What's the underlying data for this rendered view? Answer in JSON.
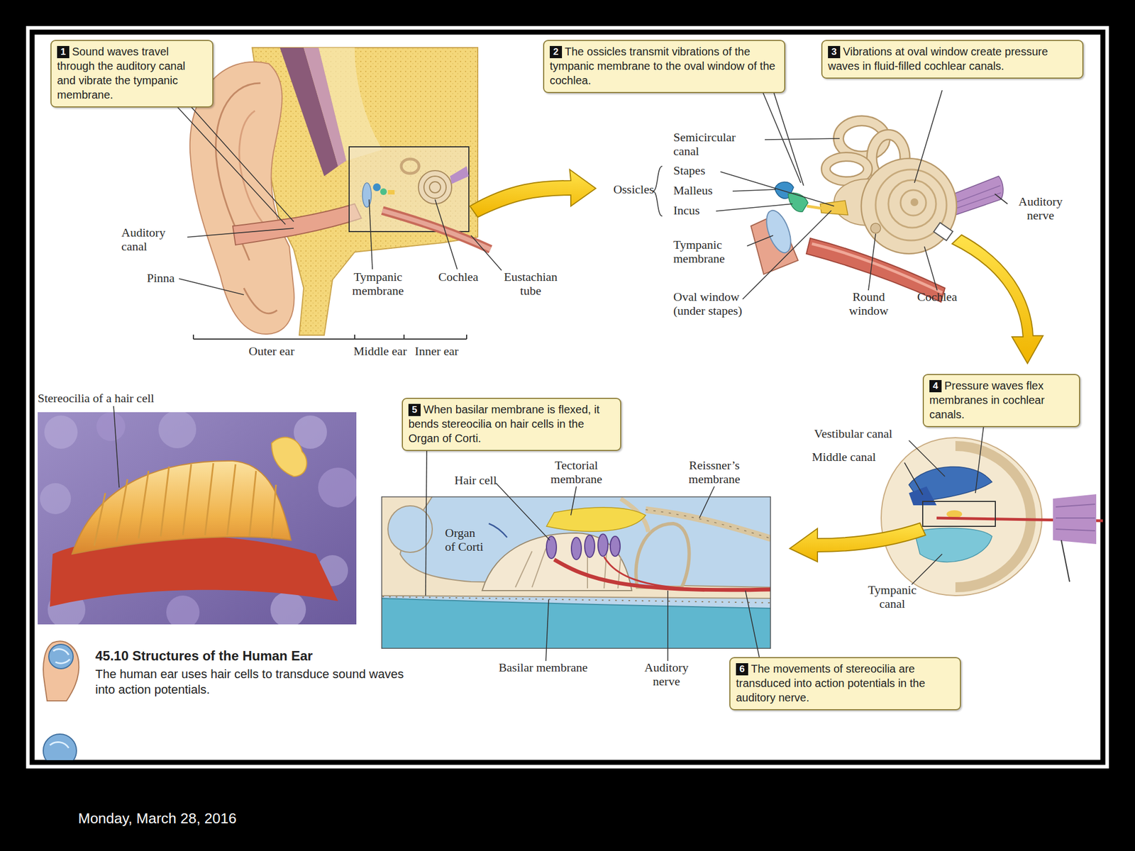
{
  "diagram": {
    "title": "45.10 Structures of the Human Ear",
    "caption": "The human ear uses hair cells to transduce sound waves into action potentials.",
    "nodes": [
      {
        "text": [
          "1",
          "Sound waves travel through the auditory canal and vibrate the tympanic membrane."
        ]
      },
      {
        "text": [
          "2",
          "The ossicles transmit vibrations of the tympanic membrane to the oval window of the cochlea."
        ]
      },
      {
        "text": [
          "3",
          "Vibrations at oval window create pressure waves in fluid-filled cochlear canals."
        ]
      },
      {
        "text": [
          "4",
          "Pressure waves flex membranes in cochlear canals."
        ]
      },
      {
        "text": [
          "5",
          "When basilar membrane is flexed, it bends stereocilia on hair cells in the Organ of Corti."
        ]
      },
      {
        "text": [
          "6",
          "The movements of stereocilia are transduced into action potentials in the auditory nerve."
        ]
      }
    ],
    "labels": [
      "Auditory canal",
      "Pinna",
      "Tympanic membrane",
      "Cochlea",
      "Eustachian tube",
      "Outer ear",
      "Middle ear",
      "Inner ear",
      "Semicircular canal",
      "Ossicles",
      "Stapes",
      "Malleus",
      "Incus",
      "Tympanic membrane",
      "Oval window (under stapes)",
      "Round window",
      "Cochlea",
      "Auditory nerve",
      "Stereocilia of a hair cell",
      "Vestibular canal",
      "Middle canal",
      "Tympanic canal",
      "Hair cell",
      "Tectorial membrane",
      "Reissner’s membrane",
      "Organ of Corti",
      "Basilar membrane",
      "Auditory nerve",
      "Monday, March 28, 2016"
    ]
  }
}
